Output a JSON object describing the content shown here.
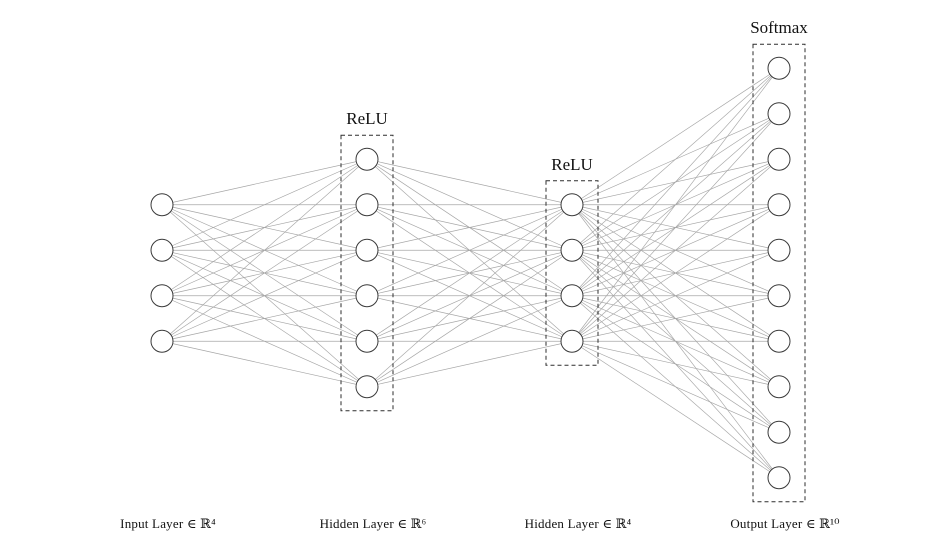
{
  "diagram": {
    "type": "neural-network",
    "layers": [
      {
        "id": "input",
        "caption": "Input Layer ∈ ℝ⁴",
        "units": 4,
        "activation": null
      },
      {
        "id": "hidden1",
        "caption": "Hidden Layer ∈ ℝ⁶",
        "units": 6,
        "activation": "ReLU"
      },
      {
        "id": "hidden2",
        "caption": "Hidden Layer ∈ ℝ⁴",
        "units": 4,
        "activation": "ReLU"
      },
      {
        "id": "output",
        "caption": "Output Layer ∈ ℝ¹⁰",
        "units": 10,
        "activation": "Softmax"
      }
    ],
    "colors": {
      "node_fill": "#ffffff",
      "node_stroke": "#3a3a3a",
      "edge": "#a6a6a6",
      "box_stroke": "#2e2e2e",
      "text": "#111111"
    }
  }
}
